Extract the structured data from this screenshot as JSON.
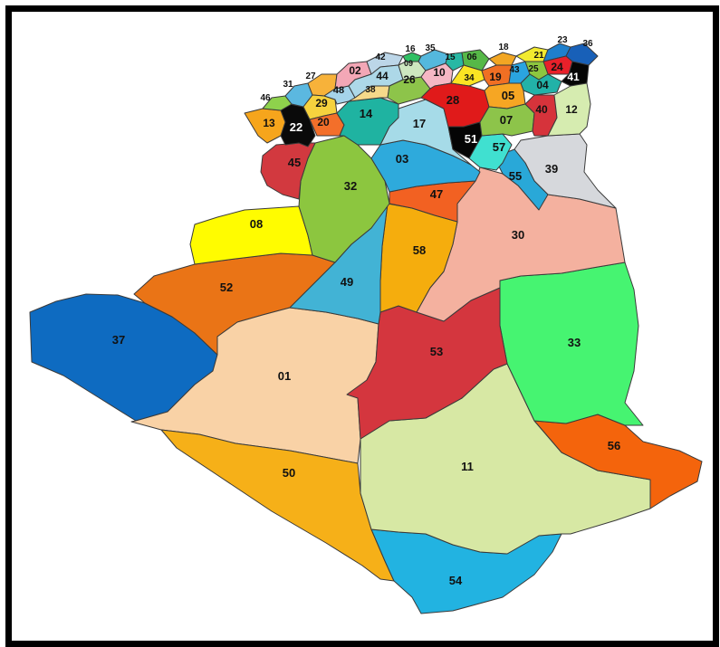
{
  "map": {
    "regions": [
      {
        "code": "37",
        "color": "#0e6bc1"
      },
      {
        "code": "52",
        "color": "#ea7416"
      },
      {
        "code": "08",
        "color": "#fffc00"
      },
      {
        "code": "45",
        "color": "#d2393f"
      },
      {
        "code": "13",
        "color": "#f6a51c"
      },
      {
        "code": "22",
        "color": "#0a0a0a"
      },
      {
        "code": "46",
        "color": "#8ed24c"
      },
      {
        "code": "31",
        "color": "#5bb8e0"
      },
      {
        "code": "27",
        "color": "#f7b23a"
      },
      {
        "code": "29",
        "color": "#f6d23e"
      },
      {
        "code": "20",
        "color": "#f36f2a"
      },
      {
        "code": "48",
        "color": "#a5d4ea"
      },
      {
        "code": "02",
        "color": "#f3a7b6"
      },
      {
        "code": "42",
        "color": "#bcd6e8"
      },
      {
        "code": "44",
        "color": "#add8e8"
      },
      {
        "code": "38",
        "color": "#f5d98a"
      },
      {
        "code": "14",
        "color": "#1fb3a1"
      },
      {
        "code": "32",
        "color": "#8cc63f"
      },
      {
        "code": "03",
        "color": "#2eaadc"
      },
      {
        "code": "17",
        "color": "#a6dbe8"
      },
      {
        "code": "26",
        "color": "#8dc44a"
      },
      {
        "code": "16",
        "color": "#30c064"
      },
      {
        "code": "09",
        "color": "#cde7c0"
      },
      {
        "code": "35",
        "color": "#54b8dd"
      },
      {
        "code": "15",
        "color": "#28b8a4"
      },
      {
        "code": "10",
        "color": "#f5b7c4"
      },
      {
        "code": "06",
        "color": "#56b848"
      },
      {
        "code": "34",
        "color": "#fbe423"
      },
      {
        "code": "28",
        "color": "#e01a1a"
      },
      {
        "code": "51",
        "color": "#050505"
      },
      {
        "code": "57",
        "color": "#40e0d0"
      },
      {
        "code": "18",
        "color": "#f2a623"
      },
      {
        "code": "19",
        "color": "#f06f23"
      },
      {
        "code": "43",
        "color": "#2aa4e0"
      },
      {
        "code": "21",
        "color": "#f2ea2f"
      },
      {
        "code": "23",
        "color": "#1e7fcc"
      },
      {
        "code": "36",
        "color": "#1860b8"
      },
      {
        "code": "24",
        "color": "#e8202a"
      },
      {
        "code": "25",
        "color": "#8cc63f"
      },
      {
        "code": "41",
        "color": "#050505"
      },
      {
        "code": "04",
        "color": "#22b2a8"
      },
      {
        "code": "05",
        "color": "#f6a623"
      },
      {
        "code": "07",
        "color": "#8dc44a"
      },
      {
        "code": "40",
        "color": "#d6333b"
      },
      {
        "code": "12",
        "color": "#d6ecb0"
      },
      {
        "code": "39",
        "color": "#d6d8dc"
      },
      {
        "code": "55",
        "color": "#29a8d8"
      },
      {
        "code": "47",
        "color": "#f26122"
      },
      {
        "code": "30",
        "color": "#f4b19f"
      },
      {
        "code": "58",
        "color": "#f5ad0d"
      },
      {
        "code": "49",
        "color": "#42b3d5"
      },
      {
        "code": "33",
        "color": "#46f471"
      },
      {
        "code": "53",
        "color": "#d4363e"
      },
      {
        "code": "01",
        "color": "#f9d2a6"
      },
      {
        "code": "50",
        "color": "#f6b018"
      },
      {
        "code": "11",
        "color": "#d7e8a4"
      },
      {
        "code": "56",
        "color": "#f4640c"
      },
      {
        "code": "54",
        "color": "#22b3e1"
      }
    ]
  }
}
